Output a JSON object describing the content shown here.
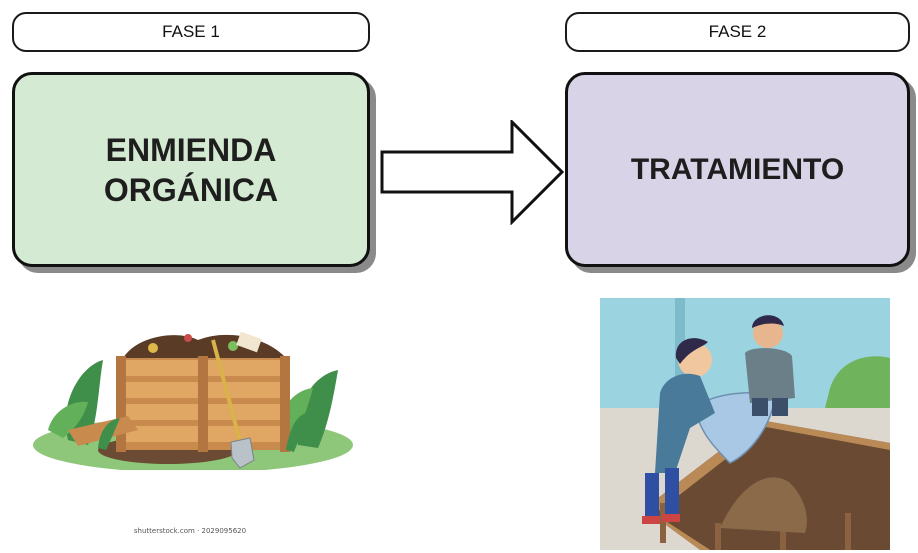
{
  "phase1": {
    "label": "FASE 1",
    "title": "ENMIENDA\nORGÁNICA",
    "color": "#d5ead2"
  },
  "phase2": {
    "label": "FASE 2",
    "title": "TRATAMIENTO",
    "color": "#d9d3e8"
  },
  "arrow": {
    "icon": "right-arrow-icon"
  },
  "images": {
    "compost": {
      "icon": "compost-bin-illustration",
      "credit": "shutterstock.com · 2029095620"
    },
    "treatment": {
      "icon": "people-filling-garden-bed-illustration"
    }
  }
}
